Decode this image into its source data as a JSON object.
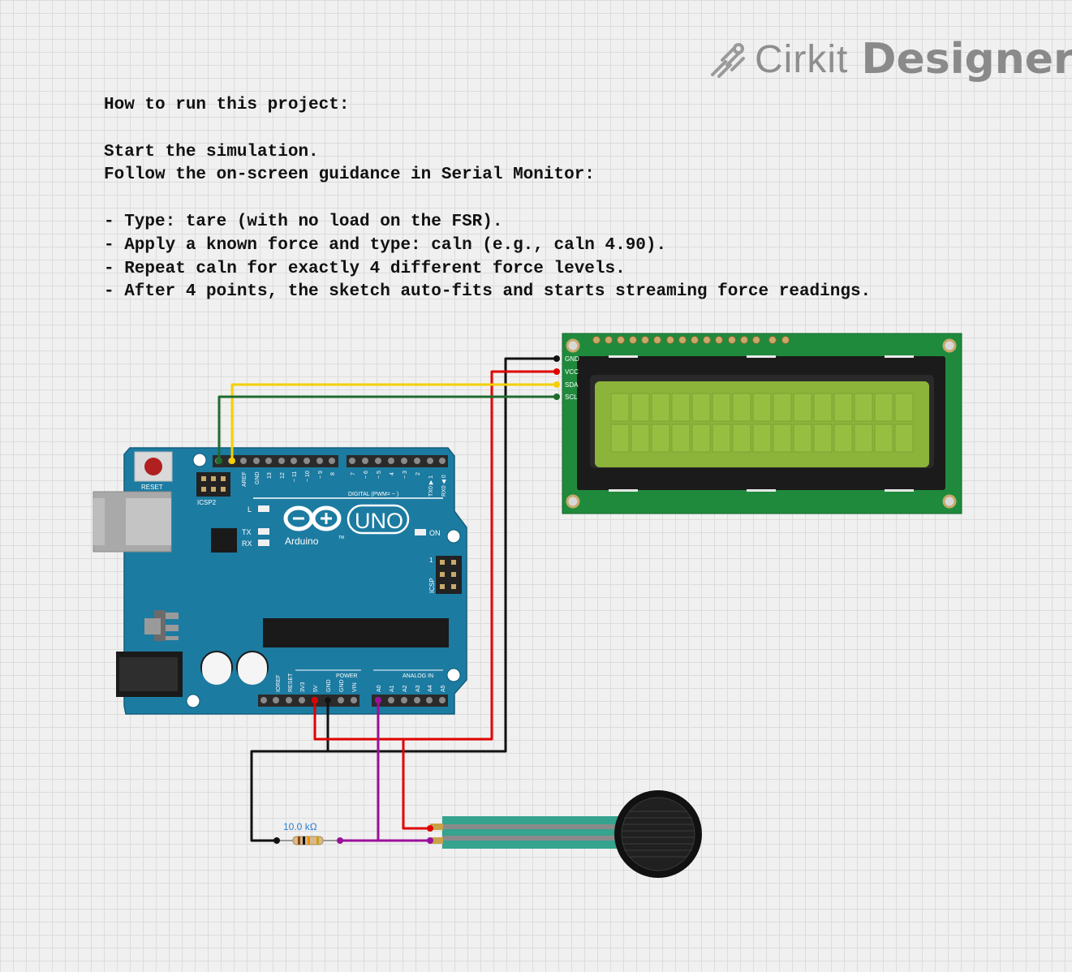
{
  "brand": {
    "name": "Cirkit",
    "product": "Designer"
  },
  "instructions": {
    "lines": [
      "How to run this project:",
      "",
      "Start the simulation.",
      "Follow the on-screen guidance in Serial Monitor:",
      "",
      "- Type: tare (with no load on the FSR).",
      "- Apply a known force and type: caln (e.g., caln 4.90).",
      "- Repeat caln for exactly 4 different force levels.",
      "- After 4 points, the sketch auto-fits and starts streaming force readings."
    ]
  },
  "lcd": {
    "pins": [
      "GND",
      "VCC",
      "SDA",
      "SCL"
    ]
  },
  "arduino": {
    "reset_label": "RESET",
    "icsp2_label": "ICSP2",
    "icsp_label": "ICSP",
    "icsp_pin1": "1",
    "digital_header_label": "DIGITAL (PWM= ~ )",
    "digital_pins_left": [
      "AREF",
      "GND",
      "13",
      "12",
      "~ 11",
      "~ 10",
      "~ 9",
      "8"
    ],
    "digital_pins_right": [
      "7",
      "~ 6",
      "~ 5",
      "4",
      "~ 3",
      "2",
      "TX0 ▶ 1",
      "RX0 ◀ 0"
    ],
    "led_l": "L",
    "led_tx": "TX",
    "led_rx": "RX",
    "led_on": "ON",
    "logo_text": "Arduino",
    "logo_tm": "TM",
    "uno": "UNO",
    "power_label": "POWER",
    "analog_label": "ANALOG IN",
    "power_pins": [
      "IOREF",
      "RESET",
      "3V3",
      "5V",
      "GND",
      "GND",
      "VIN"
    ],
    "analog_pins": [
      "A0",
      "A1",
      "A2",
      "A3",
      "A4",
      "A5"
    ]
  },
  "resistor": {
    "label": "10.0 kΩ"
  },
  "wire_colors": {
    "gnd": "#111111",
    "vcc": "#e00000",
    "sda": "#f5d000",
    "scl": "#1f6b2e",
    "analog": "#9b109b"
  }
}
